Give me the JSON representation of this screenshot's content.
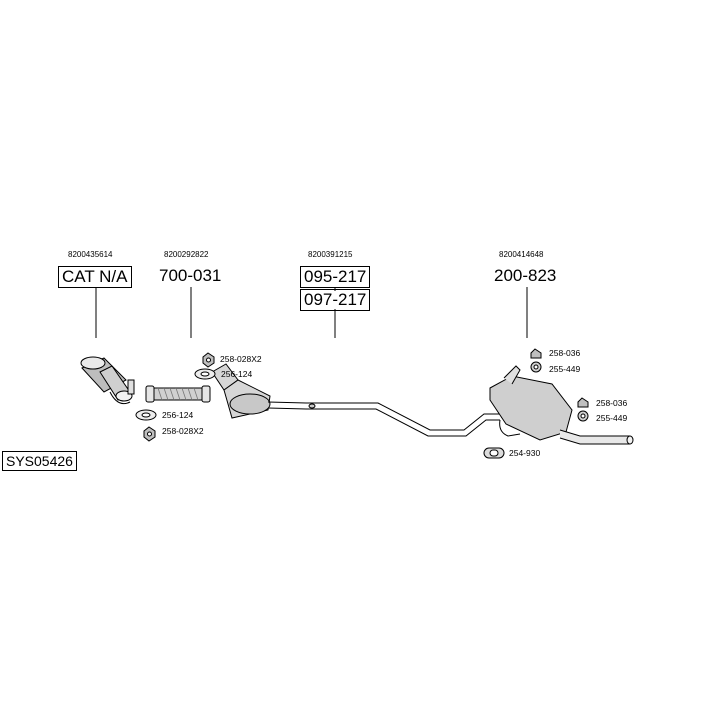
{
  "system_code": "SYS05426",
  "groups": [
    {
      "oem": "8200435614",
      "parts": [
        "CAT N/A"
      ]
    },
    {
      "oem": "8200292822",
      "parts": [
        "700-031"
      ]
    },
    {
      "oem": "8200391215",
      "parts": [
        "095-217",
        "097-217"
      ]
    },
    {
      "oem": "8200414648",
      "parts": [
        "200-823"
      ]
    }
  ],
  "fittings": {
    "f1": "258-028X2",
    "f2": "256-124",
    "f3": "256-124",
    "f4": "258-028X2",
    "f5": "258-036",
    "f6": "255-449",
    "f7": "258-036",
    "f8": "255-449",
    "f9": "254-930"
  }
}
